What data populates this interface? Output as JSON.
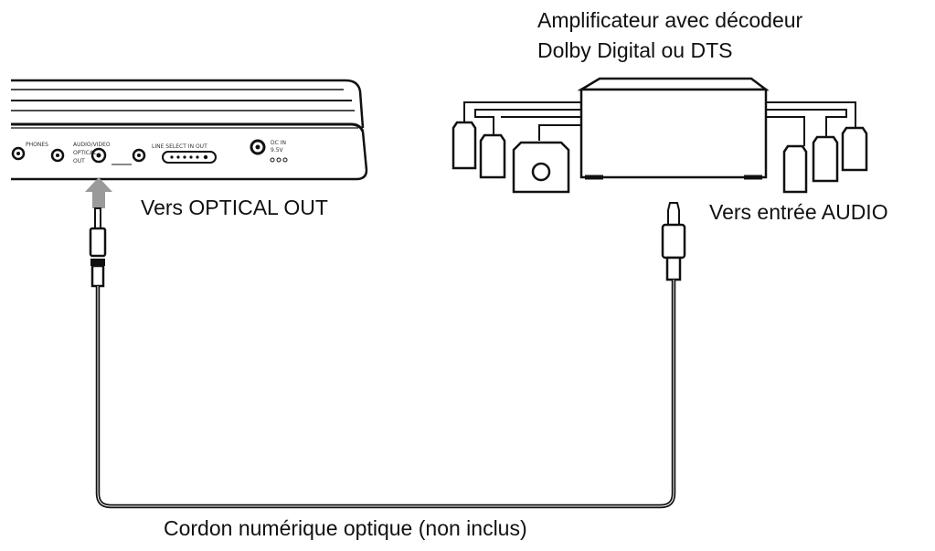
{
  "amplifier": {
    "title_line1": "Amplificateur avec décodeur",
    "title_line2": "Dolby Digital ou DTS"
  },
  "player": {
    "optical_out_label": "Vers OPTICAL OUT"
  },
  "receiver_port": {
    "audio_in_label": "Vers entrée AUDIO"
  },
  "cable": {
    "label": "Cordon numérique optique (non inclus)"
  },
  "colors": {
    "line": "#111111",
    "arrow": "#9a9a9a",
    "background": "#ffffff"
  }
}
